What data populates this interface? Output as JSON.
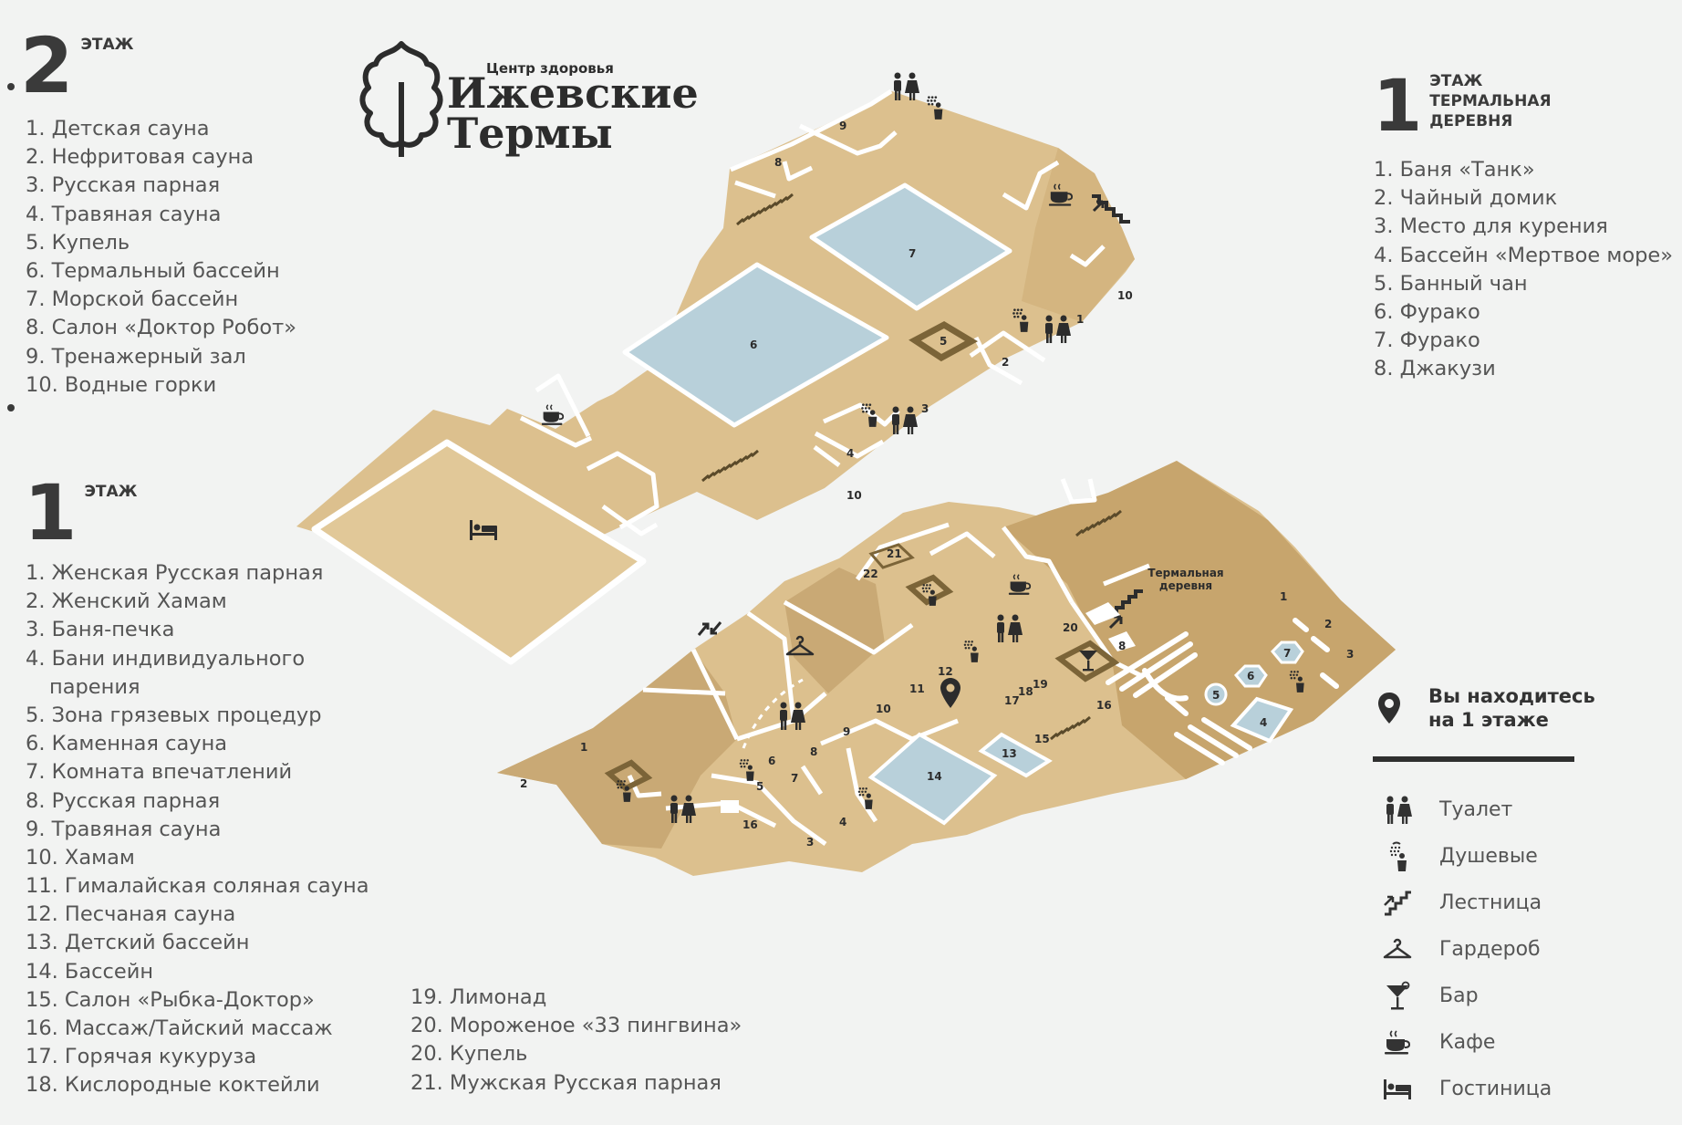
{
  "brand": {
    "line1": "Центр здоровья",
    "line2": "Ижевские",
    "line3": "Термы"
  },
  "floor2": {
    "number": "2",
    "label": "ЭТАЖ",
    "items": [
      "1. Детская сауна",
      "2. Нефритовая сауна",
      "3. Русская парная",
      "4. Травяная сауна",
      "5. Купель",
      "6. Термальный бассейн",
      "7. Морской бассейн",
      "8. Салон «Доктор Робот»",
      "9. Тренажерный зал",
      "10. Водные горки"
    ]
  },
  "floor1": {
    "number": "1",
    "label": "ЭТАЖ",
    "items": [
      "1. Женская Русская парная",
      "2. Женский Хамам",
      "3. Баня-печка",
      "4. Бани индивидуального",
      "парения",
      "5. Зона грязевых процедур",
      "6. Каменная сауна",
      "7. Комната впечатлений",
      "8. Русская парная",
      "9. Травяная сауна",
      "10. Хамам",
      "11. Гималайская соляная сауна",
      "12. Песчаная сауна",
      "13. Детский бассейн",
      "14. Бассейн",
      "15. Салон «Рыбка-Доктор»",
      "16. Массаж/Тайский массаж",
      "17. Горячая кукуруза",
      "18. Кислородные коктейли"
    ],
    "items_cont": [
      "19. Лимонад",
      "20. Мороженое «33 пингвина»",
      "20. Купель",
      "21. Мужская Русская парная"
    ]
  },
  "village": {
    "number": "1",
    "label_lines": [
      "ЭТАЖ",
      "ТЕРМАЛЬНАЯ",
      "ДЕРЕВНЯ"
    ],
    "items": [
      "1. Баня «Танк»",
      "2. Чайный домик",
      "3. Место для курения",
      "4. Бассейн «Мертвое море»",
      "5. Банный чан",
      "6. Фурако",
      "7. Фурако",
      "8. Джакузи"
    ],
    "map_label": [
      "Термальная",
      "деревня"
    ]
  },
  "you_are_here": [
    "Вы находитесь",
    "на 1 этаже"
  ],
  "icon_legend": [
    {
      "icon": "toilet-icon",
      "label": "Туалет"
    },
    {
      "icon": "shower-icon",
      "label": "Душевые"
    },
    {
      "icon": "stairs-icon",
      "label": "Лестница"
    },
    {
      "icon": "hanger-icon",
      "label": "Гардероб"
    },
    {
      "icon": "cocktail-icon",
      "label": "Бар"
    },
    {
      "icon": "coffee-icon",
      "label": "Кафе"
    },
    {
      "icon": "bed-icon",
      "label": "Гостиница"
    }
  ],
  "map_numbers_floor2": [
    "1",
    "2",
    "3",
    "4",
    "5",
    "6",
    "7",
    "8",
    "9",
    "10",
    "10"
  ],
  "map_numbers_floor1": [
    "1",
    "2",
    "3",
    "4",
    "5",
    "6",
    "7",
    "8",
    "9",
    "10",
    "11",
    "12",
    "13",
    "14",
    "15",
    "16",
    "16",
    "17",
    "18",
    "19",
    "20",
    "21",
    "22"
  ],
  "map_numbers_village": [
    "1",
    "2",
    "3",
    "4",
    "5",
    "6",
    "7",
    "8"
  ],
  "colors": {
    "floor": "#d9bd8c",
    "floor_light": "#e3cc9f",
    "floor_dark": "#c1a06a",
    "pool": "#b6cfd8",
    "wall": "#ffffff",
    "text": "#3a3a3a",
    "background": "#f2f3f2"
  }
}
